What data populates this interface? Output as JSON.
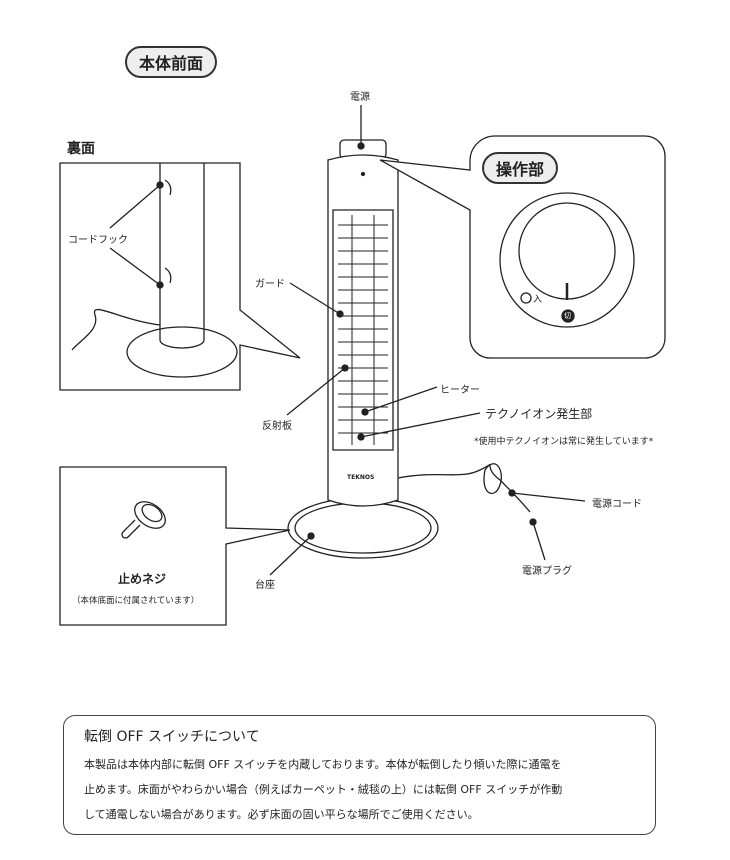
{
  "front_title": "本体前面",
  "back_title": "裏面",
  "labels": {
    "power": "電源",
    "cord_hook": "コードフック",
    "guard": "ガード",
    "reflector": "反射板",
    "heater": "ヒーター",
    "ion": "テクノイオン発生部",
    "ion_note": "*使用中テクノイオンは常に発生しています*",
    "power_cord": "電源コード",
    "power_plug": "電源プラグ",
    "base": "台座",
    "brand": "TEKNOS"
  },
  "control": {
    "title": "操作部",
    "on": "入",
    "off": "切"
  },
  "screw": {
    "title": "止めネジ",
    "note": "（本体底面に付属されています）"
  },
  "notice": {
    "title": "転倒 OFF スイッチについて",
    "lines": [
      "本製品は本体内部に転倒 OFF スイッチを内蔵しております。本体が転倒したり傾いた際に通電を",
      "止めます。床面がやわらかい場合（例えばカーペット・絨毯の上）には転倒 OFF スイッチが作動",
      "して通電しない場合があります。必ず床面の固い平らな場所でご使用ください。"
    ]
  }
}
